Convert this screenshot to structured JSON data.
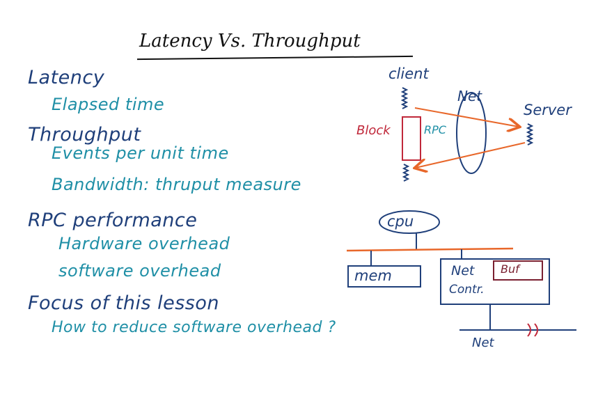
{
  "title": "Latency  Vs. Throughput",
  "notes": {
    "latency": "Latency",
    "elapsed": "Elapsed time",
    "throughput": "Throughput",
    "events": "Events per unit time",
    "bandwidth": "Bandwidth: thruput measure",
    "rpc_perf": "RPC performance",
    "hardware": "Hardware overhead",
    "software": "software overhead",
    "focus": "Focus of this lesson",
    "question": "How to reduce software overhead ?"
  },
  "diagram_top": {
    "client": "client",
    "net": "Net",
    "server": "Server",
    "block": "Block",
    "rpc": "RPC"
  },
  "diagram_bottom": {
    "cpu": "cpu",
    "mem": "mem",
    "net_contr": "Net",
    "contr": "Contr.",
    "buf": "Buf",
    "net": "Net"
  },
  "colors": {
    "ink_dark": "#1f3f7a",
    "ink_teal": "#1f8fa6",
    "orange": "#e8672a",
    "red": "#c0283a",
    "black": "#111111"
  }
}
